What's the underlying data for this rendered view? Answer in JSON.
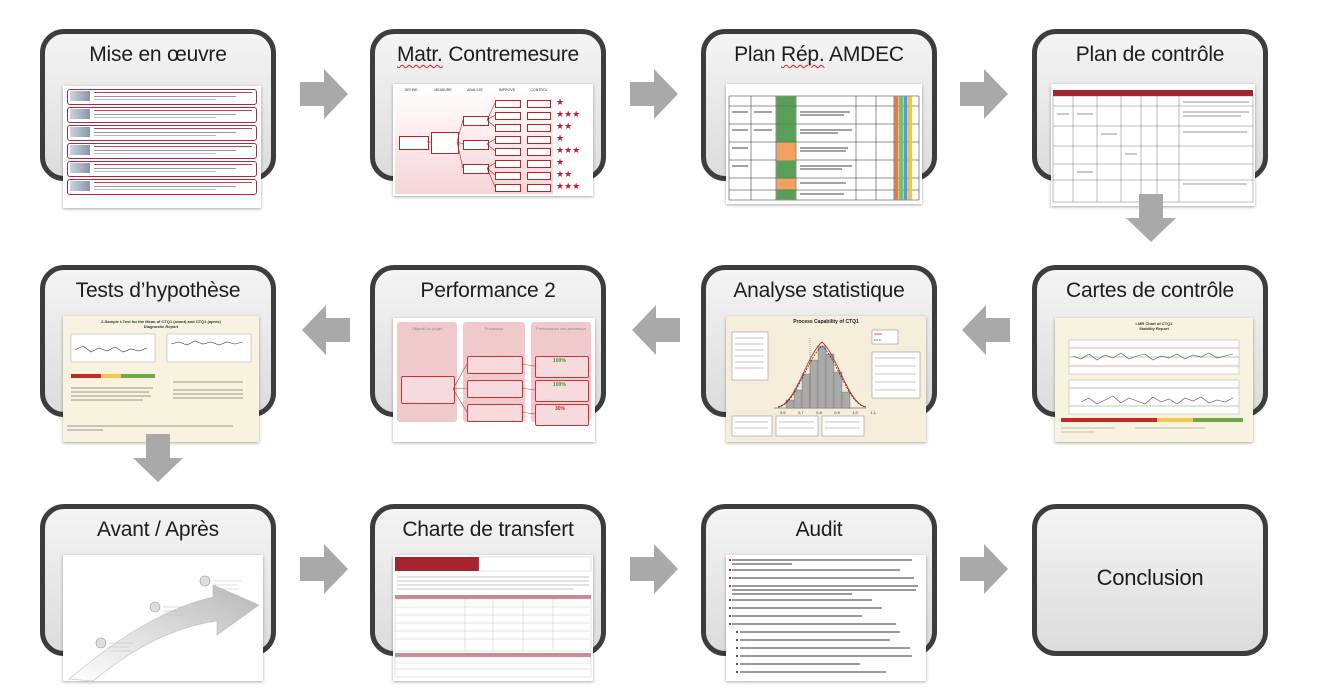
{
  "steps": [
    {
      "id": "mise-en-oeuvre",
      "title": "Mise en œuvre"
    },
    {
      "id": "matr-contremesure",
      "title_a": "Matr.",
      "title_b": " Contremesure"
    },
    {
      "id": "plan-rep-amdec",
      "title_a": "Plan ",
      "title_b": "Rép.",
      "title_c": " AMDEC"
    },
    {
      "id": "plan-de-controle",
      "title": "Plan de contrôle"
    },
    {
      "id": "tests-hypothese",
      "title": "Tests d’hypothèse"
    },
    {
      "id": "performance-2",
      "title": "Performance 2"
    },
    {
      "id": "analyse-statistique",
      "title": "Analyse statistique"
    },
    {
      "id": "cartes-de-controle",
      "title": "Cartes de contrôle"
    },
    {
      "id": "avant-apres",
      "title": "Avant / Après"
    },
    {
      "id": "charte-de-transfert",
      "title": "Charte de transfert"
    },
    {
      "id": "audit",
      "title": "Audit"
    },
    {
      "id": "conclusion",
      "title": "Conclusion"
    }
  ],
  "thumbs": {
    "matrice_cols": [
      "DEFINE",
      "MEASURE",
      "ANALYZE",
      "IMPROVE",
      "CONTROL"
    ],
    "tests_title": "2-Sample t-Test for the Mean of CTQ1 (avant) and CTQ1 (après)",
    "tests_subtitle": "Diagnostic Report",
    "perf_headers": [
      "Objectif du projet",
      "Processus",
      "Performance des processus"
    ],
    "perf_pcts": [
      "100%",
      "100%",
      "30%"
    ],
    "stat_title": "Process Capability of CTQ1",
    "stat_x_ticks": [
      "0,6",
      "0,7",
      "0,8",
      "0,9",
      "1,0",
      "1,1"
    ],
    "cartes_title": "I-MR Chart of CTQ1",
    "cartes_subtitle": "Stability Report"
  },
  "colors": {
    "border": "#3d3d3d",
    "arrow": "#a9a9a9",
    "accent": "#c8172b"
  }
}
